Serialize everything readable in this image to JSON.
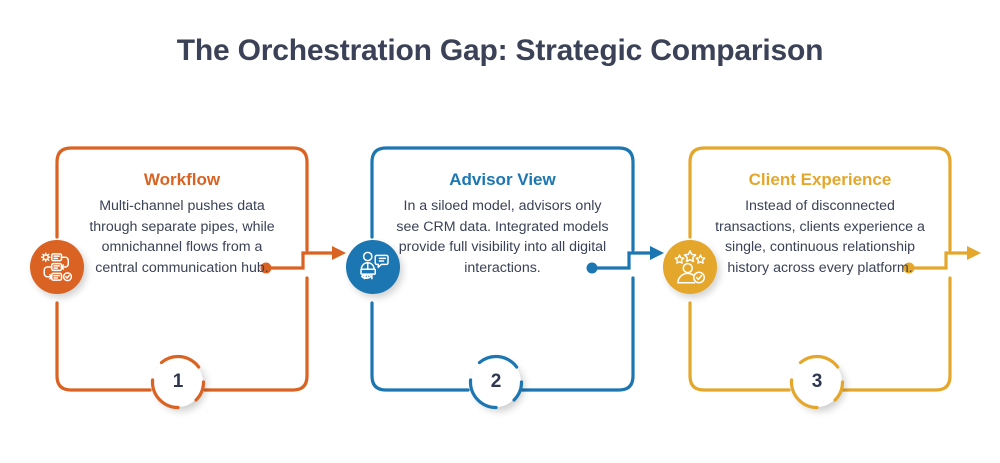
{
  "title": "The Orchestration Gap: Strategic Comparison",
  "colors": {
    "orange": "#DA6222",
    "blue": "#1C76B2",
    "gold": "#E4A72C",
    "text_dark": "#3b4257",
    "background": "#FFFFFF"
  },
  "cards": [
    {
      "number": "1",
      "heading": "Workflow",
      "body": "Multi-channel pushes data through separate pipes, while omnichannel flows from a central communication hub.",
      "color": "#DA6222",
      "icon": "workflow-process-icon"
    },
    {
      "number": "2",
      "heading": "Advisor View",
      "body": "In a siloed model, advisors only see CRM data. Integrated models provide full visibility into all digital interactions.",
      "color": "#1C76B2",
      "icon": "advisor-presenter-icon"
    },
    {
      "number": "3",
      "heading": "Client Experience",
      "body": "Instead of disconnected transactions, clients experience a single, continuous relationship history across every platform.",
      "color": "#E4A72C",
      "icon": "client-rating-icon"
    }
  ],
  "connectors": [
    {
      "name": "connector-1-to-2",
      "color": "#DA6222"
    },
    {
      "name": "connector-2-to-3",
      "color": "#1C76B2"
    },
    {
      "name": "connector-3-out",
      "color": "#E4A72C"
    }
  ]
}
